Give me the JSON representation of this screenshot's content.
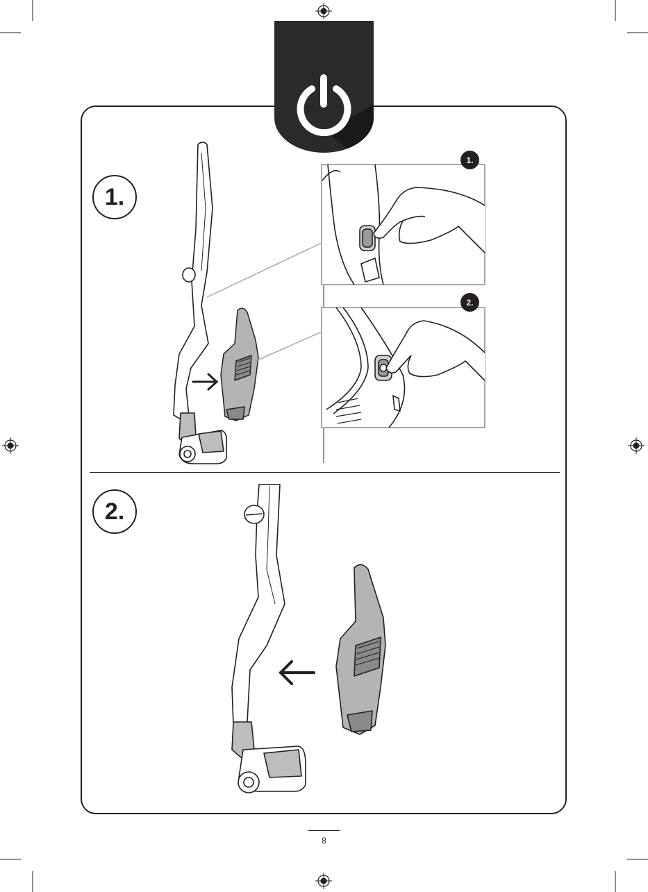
{
  "icon": {
    "name": "power-icon",
    "tab_color": "#2b2a29"
  },
  "steps": [
    {
      "label": "1."
    },
    {
      "label": "2."
    }
  ],
  "detail_badges": [
    {
      "label": "1."
    },
    {
      "label": "2."
    }
  ],
  "page_number": "8"
}
